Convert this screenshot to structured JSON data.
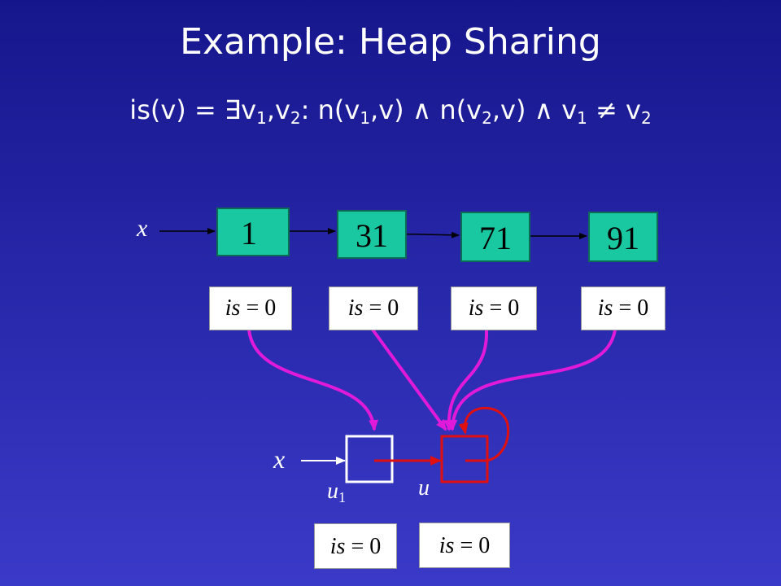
{
  "slide": {
    "title": "Example: Heap Sharing",
    "formula": {
      "lhs": "is(v) = ",
      "exists": "∃",
      "v": "v",
      "one": "1",
      "two": "2",
      "comma": ",",
      "colon": ": n(",
      "v_close": ",v) ",
      "and": "∧",
      "n_open": " n(",
      "neq": "≠"
    }
  },
  "concrete": {
    "pointer_label": "x",
    "nodes": [
      "1",
      "31",
      "71",
      "91"
    ],
    "tags": [
      {
        "name": "is",
        "value": " = 0"
      },
      {
        "name": "is",
        "value": " = 0"
      },
      {
        "name": "is",
        "value": " = 0"
      },
      {
        "name": "is",
        "value": " = 0"
      }
    ]
  },
  "abstract": {
    "pointer_label": "x",
    "u1_label": "u",
    "u1_sub": "1",
    "u_label": "u",
    "tags": [
      {
        "name": "is",
        "value": " = 0"
      },
      {
        "name": "is",
        "value": " = 0"
      }
    ]
  },
  "colors": {
    "node_fill": "#19c7a0",
    "mapping_arrow": "#e01ad8",
    "summary_node": "#e01010",
    "edge_black": "#000000",
    "edge_white": "#ffffff"
  }
}
